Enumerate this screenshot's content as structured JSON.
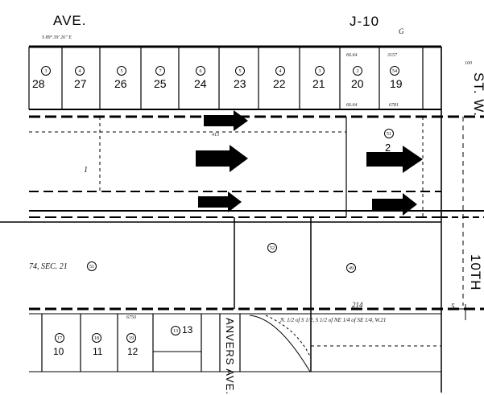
{
  "sheet": {
    "grid_ref": "J-10",
    "corner_mark": "G"
  },
  "streets": {
    "top": "AVE.",
    "east": "ST. W.",
    "east_lower": "10TH",
    "lower": "ANVERS AVE."
  },
  "bearing_top": "S 89° 39' 26\" E",
  "upper_lots": [
    {
      "number": "28",
      "parcel": "3"
    },
    {
      "number": "27",
      "parcel": "4"
    },
    {
      "number": "26",
      "parcel": "5"
    },
    {
      "number": "25",
      "parcel": "7"
    },
    {
      "number": "24",
      "parcel": "6"
    },
    {
      "number": "23",
      "parcel": "5"
    },
    {
      "number": "22",
      "parcel": "4"
    },
    {
      "number": "21",
      "parcel": "3"
    },
    {
      "number": "20",
      "parcel": "2"
    },
    {
      "number": "19",
      "parcel": "54"
    }
  ],
  "middle": {
    "lot_1": "1",
    "lot_2": "2",
    "parcel_51": "51"
  },
  "lower_section": {
    "sec_label": "74, SEC. 21",
    "sec_parcel": "51",
    "center_parcel": "52",
    "right_parcel": "49",
    "dim_214": "214",
    "dim_5": "5",
    "note": "N. 1/2 of S 1/2, S 1/2 of NE 1/4 of SE 1/4, W.21"
  },
  "bottom_lots": [
    {
      "number": "10",
      "parcel": "17"
    },
    {
      "number": "11",
      "parcel": "18"
    },
    {
      "number": "12",
      "parcel": "19"
    },
    {
      "number": "13",
      "parcel": "13"
    }
  ],
  "dims": {
    "d1": "66.64",
    "d2": "66.64",
    "d3": "6781",
    "d4": "3157",
    "d5": "100",
    "d6": "413",
    "d7": "6750"
  }
}
